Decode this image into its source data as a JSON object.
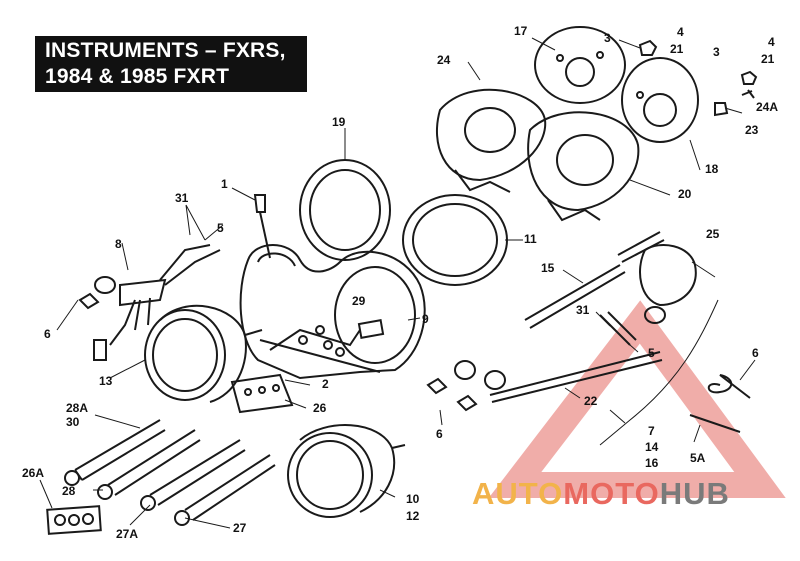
{
  "title": {
    "line1": "INSTRUMENTS – FXRS,",
    "line2": "1984 & 1985 FXRT"
  },
  "tiny_code": "",
  "parts": {
    "p1": "1",
    "p2": "2",
    "p3a": "3",
    "p3b": "3",
    "p4a": "4",
    "p4b": "4",
    "p5a": "5",
    "p5b": "5",
    "p6a": "6",
    "p6b": "6",
    "p6c": "6",
    "p7": "7",
    "p8": "8",
    "p9": "9",
    "p10": "10",
    "p11": "11",
    "p12": "12",
    "p13": "13",
    "p14": "14",
    "p15": "15",
    "p16": "16",
    "p17": "17",
    "p18": "18",
    "p19": "19",
    "p20": "20",
    "p21a": "21",
    "p21b": "21",
    "p22": "22",
    "p23": "23",
    "p24": "24",
    "p24a": "24A",
    "p25": "25",
    "p26": "26",
    "p26a": "26A",
    "p27": "27",
    "p27a": "27A",
    "p28": "28",
    "p28a": "28A",
    "p29": "29",
    "p30": "30",
    "p31a": "31",
    "p31b": "31",
    "p5a2": "5A"
  },
  "watermark": {
    "auto": "AUTO",
    "moto": "MOTO",
    "hub": "HUB",
    "colors": {
      "auto": "#f2b34a",
      "moto": "#e9685f",
      "hub": "#7a7a7a",
      "triangle": "#e9685f"
    }
  }
}
